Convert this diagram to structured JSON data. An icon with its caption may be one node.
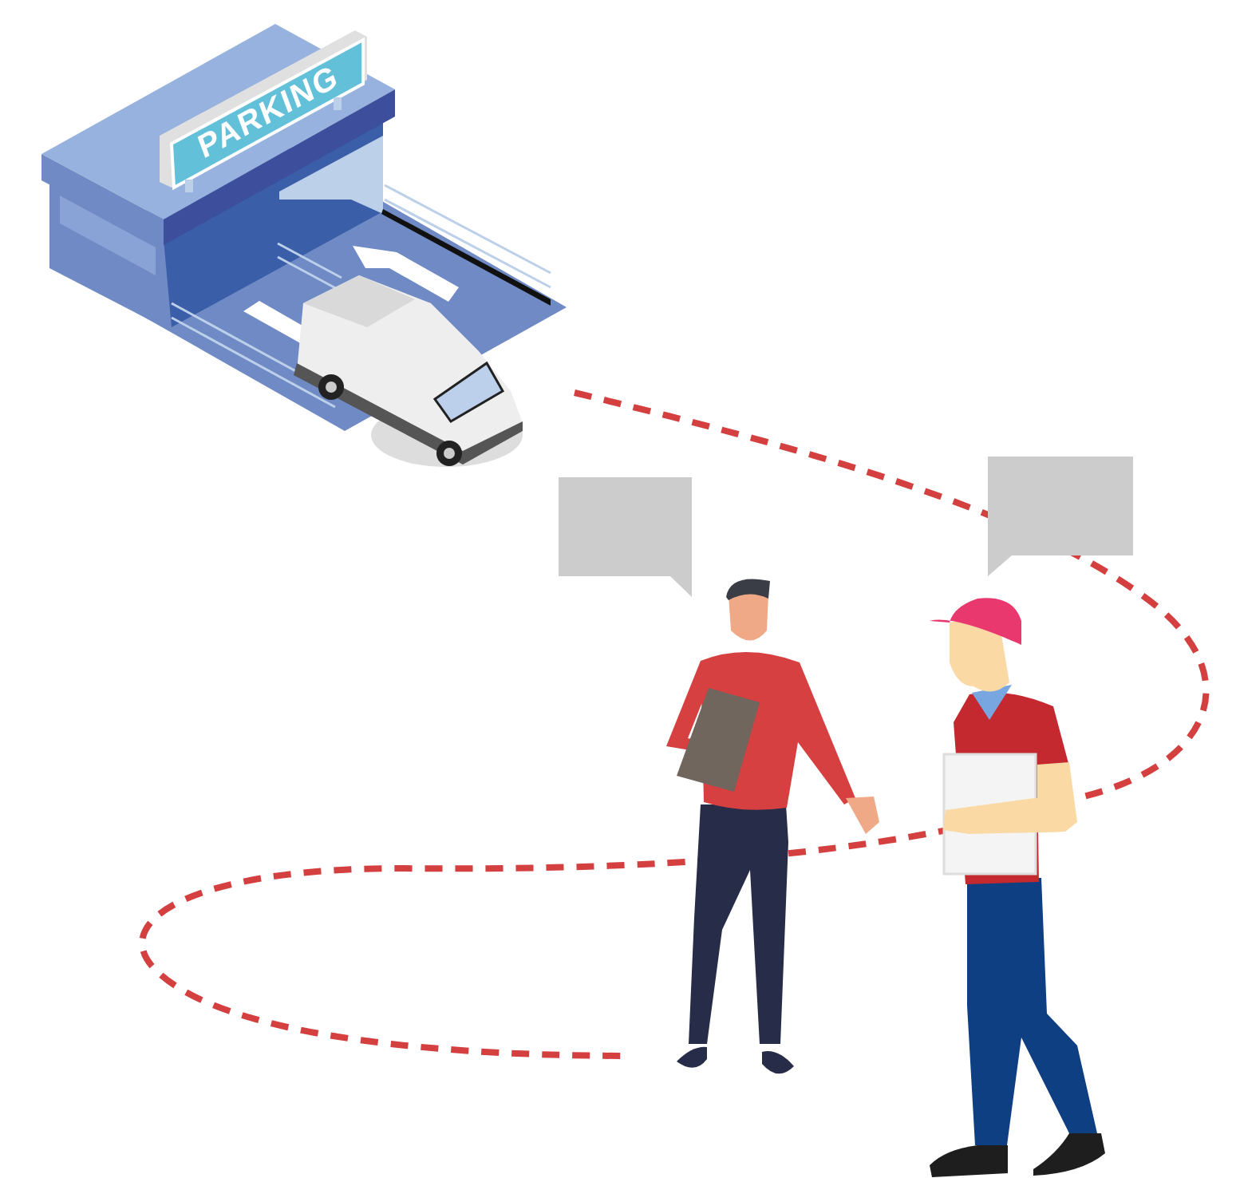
{
  "diagram": {
    "nodes": [
      {
        "text": [],
        "shape": "callout"
      },
      {
        "text": [],
        "shape": "callout"
      }
    ],
    "labels": [
      "PARKING"
    ]
  }
}
